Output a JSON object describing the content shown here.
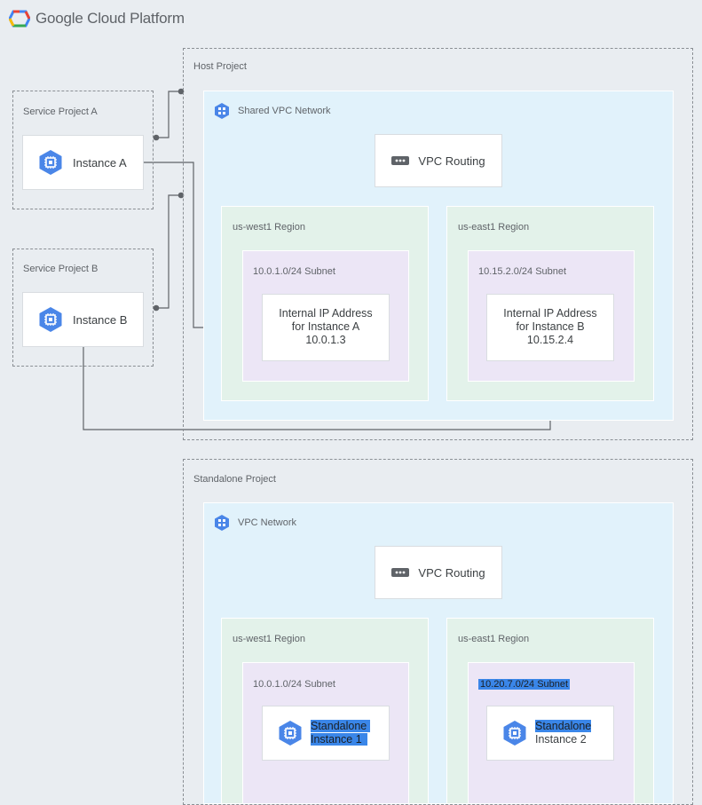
{
  "header": {
    "brand": "Google Cloud Platform"
  },
  "host_project": {
    "label": "Host Project",
    "network_label": "Shared VPC Network",
    "routing_label": "VPC Routing",
    "west": {
      "region_label": "us-west1 Region",
      "subnet_label": "10.0.1.0/24 Subnet",
      "ip": {
        "line1": "Internal IP Address",
        "line2": "for Instance A",
        "line3": "10.0.1.3"
      }
    },
    "east": {
      "region_label": "us-east1 Region",
      "subnet_label": "10.15.2.0/24 Subnet",
      "ip": {
        "line1": "Internal IP Address",
        "line2": "for Instance B",
        "line3": "10.15.2.4"
      }
    }
  },
  "service_a": {
    "label": "Service Project A",
    "instance_label": "Instance A"
  },
  "service_b": {
    "label": "Service Project B",
    "instance_label": "Instance B"
  },
  "standalone_project": {
    "label": "Standalone Project",
    "network_label": "VPC Network",
    "routing_label": "VPC Routing",
    "west": {
      "region_label": "us-west1 Region",
      "subnet_label": "10.0.1.0/24 Subnet",
      "instance": {
        "line1": "Standalone",
        "line2": "Instance 1"
      }
    },
    "east": {
      "region_label": "us-east1 Region",
      "subnet_label": "10.20.7.0/24 Subnet",
      "instance": {
        "line1": "Standalone",
        "line2": "Instance 2"
      }
    }
  },
  "colors": {
    "background": "#e9edf1",
    "vpc_fill": "#e1f2fb",
    "region_fill": "#e3f2ea",
    "subnet_fill": "#ece6f6",
    "icon_blue": "#4a86e8",
    "connector": "#5f6368",
    "selection": "#3a86e8"
  }
}
